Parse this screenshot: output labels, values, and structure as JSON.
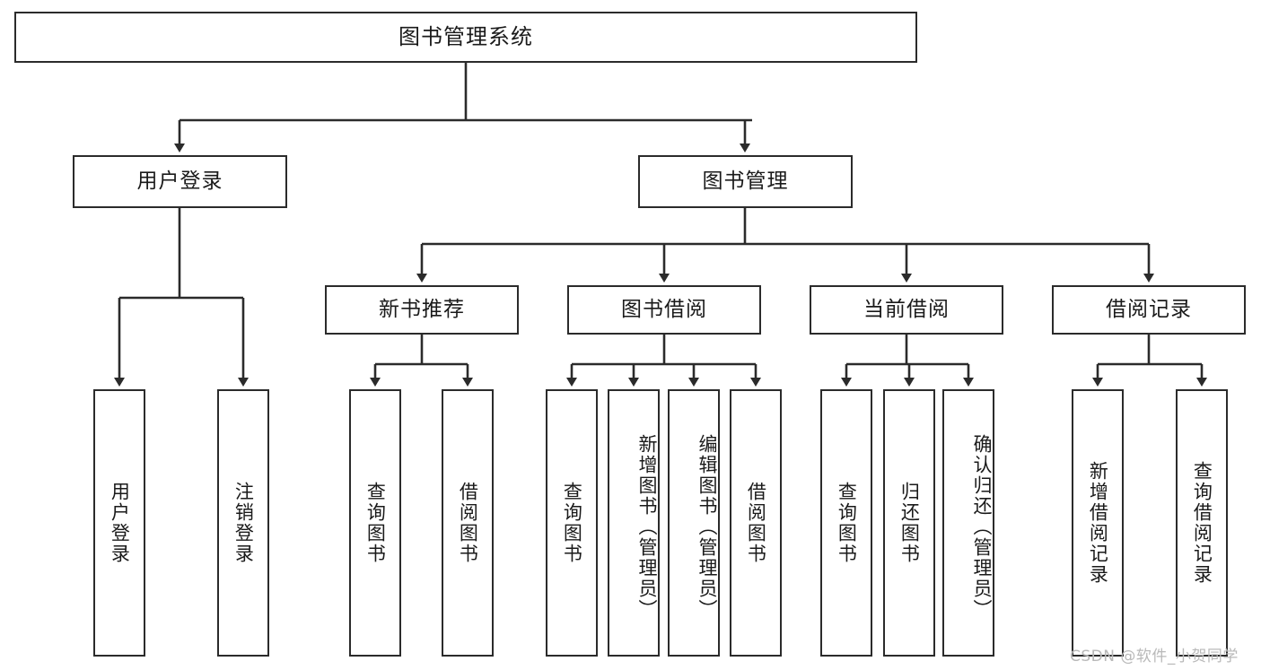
{
  "diagram": {
    "title": "图书管理系统",
    "type": "tree-hierarchy-chart",
    "root": {
      "label": "图书管理系统"
    },
    "level2": [
      {
        "label": "用户登录"
      },
      {
        "label": "图书管理"
      }
    ],
    "level3": [
      {
        "label": "新书推荐"
      },
      {
        "label": "图书借阅"
      },
      {
        "label": "当前借阅"
      },
      {
        "label": "借阅记录"
      }
    ],
    "leaves": {
      "user_login": [
        {
          "label": "用户登录"
        },
        {
          "label": "注销登录"
        }
      ],
      "new_book_recommend": [
        {
          "label": "查询图书"
        },
        {
          "label": "借阅图书"
        }
      ],
      "book_borrow": [
        {
          "label": "查询图书"
        },
        {
          "label": "新增图书（管理员）"
        },
        {
          "label": "编辑图书（管理员）"
        },
        {
          "label": "借阅图书"
        }
      ],
      "current_borrow": [
        {
          "label": "查询图书"
        },
        {
          "label": "归还图书"
        },
        {
          "label": "确认归还（管理员）"
        }
      ],
      "borrow_record": [
        {
          "label": "新增借阅记录"
        },
        {
          "label": "查询借阅记录"
        }
      ]
    },
    "watermark": "CSDN @软件_小贺同学",
    "colors": {
      "stroke": "#2b2b2b",
      "text": "#1a1a1a",
      "background": "#ffffff",
      "watermark": "#b9b9b9"
    }
  }
}
